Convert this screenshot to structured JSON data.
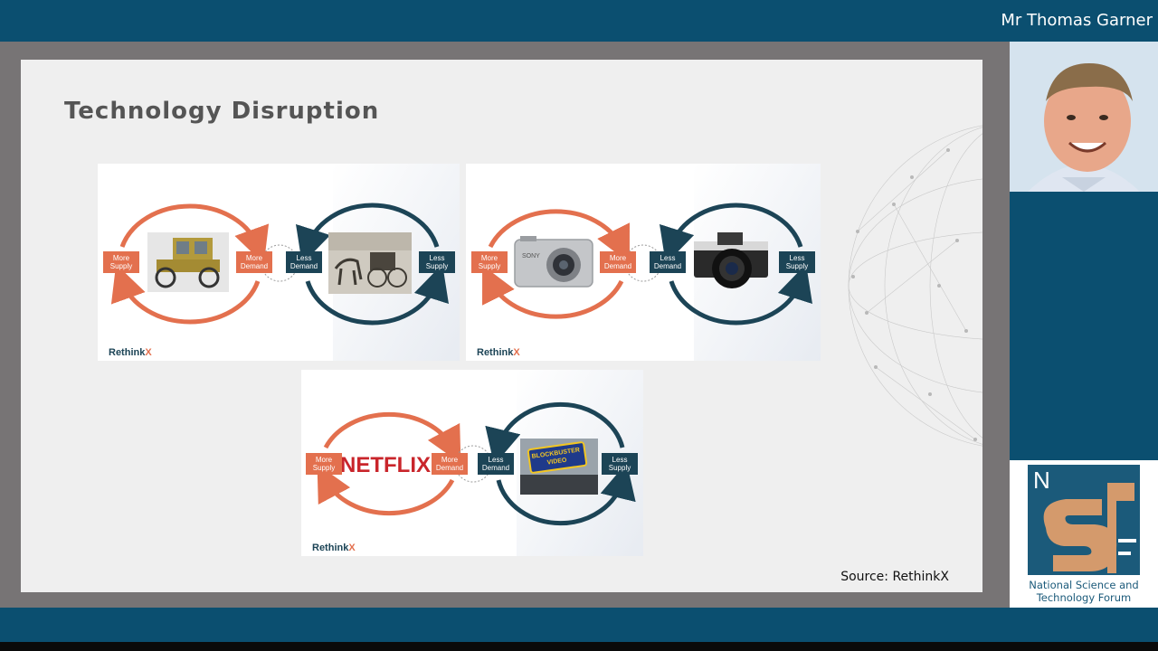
{
  "header": {
    "speaker_name": "Mr Thomas Garner"
  },
  "slide": {
    "title": "Technology Disruption",
    "source": "Source: RethinkX"
  },
  "panels": [
    {
      "left_image": "model-t-car-icon",
      "right_image": "horse-carriage-icon",
      "more_supply": "More\nSupply",
      "more_demand": "More\nDemand",
      "less_demand": "Less\nDemand",
      "less_supply": "Less\nSupply",
      "brand": "Rethink",
      "brand_x": "X"
    },
    {
      "left_image": "digital-camera-icon",
      "right_image": "film-camera-icon",
      "more_supply": "More\nSupply",
      "more_demand": "More\nDemand",
      "less_demand": "Less\nDemand",
      "less_supply": "Less\nSupply",
      "brand": "Rethink",
      "brand_x": "X"
    },
    {
      "left_text": "NETFLIX",
      "right_sign": "BLOCKBUSTER VIDEO",
      "more_supply": "More\nSupply",
      "more_demand": "More\nDemand",
      "less_demand": "Less\nDemand",
      "less_supply": "Less\nSupply",
      "brand": "Rethink",
      "brand_x": "X"
    }
  ],
  "sidebar": {
    "webcam": "speaker-webcam",
    "logo_letters": "NSTF",
    "org_name": "National Science and Technology Forum"
  },
  "colors": {
    "brand_blue": "#0b4f70",
    "loop_orange": "#e3704e",
    "loop_navy": "#1c4456",
    "netflix_red": "#c9252b"
  }
}
